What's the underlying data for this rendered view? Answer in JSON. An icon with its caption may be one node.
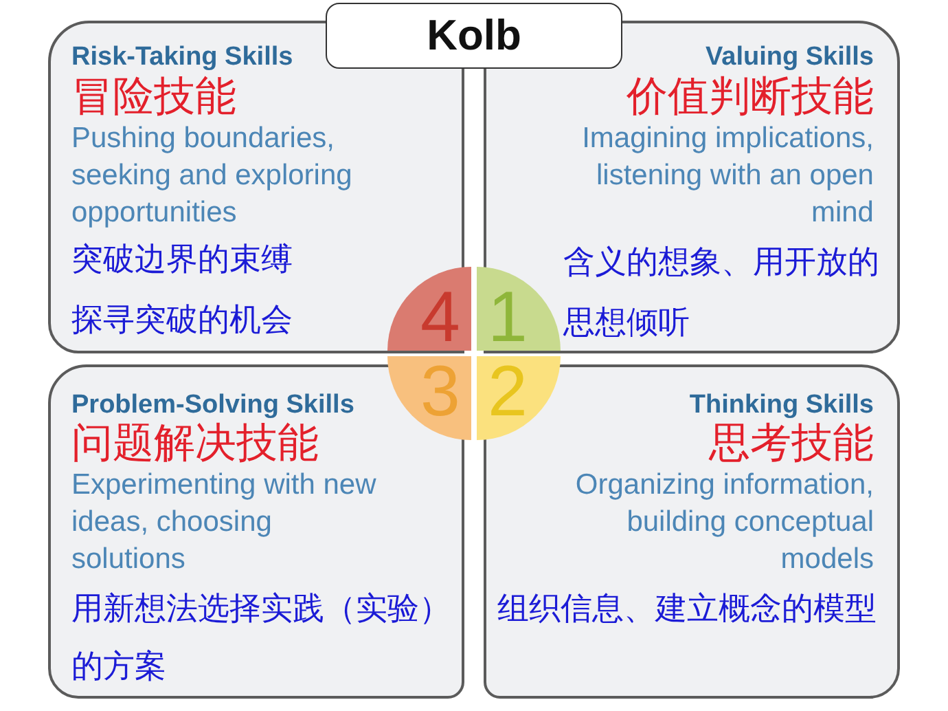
{
  "diagram": {
    "title": "Kolb",
    "nodes": [
      {
        "text": [
          "Risk-Taking Skills",
          "冒险技能",
          "Pushing boundaries, seeking and exploring opportunities",
          "突破边界的束缚",
          "探寻突破的机会"
        ]
      },
      {
        "text": [
          "Valuing Skills",
          "价值判断技能",
          "Imagining implications, listening with an open mind",
          "含义的想象、用开放的思想倾听"
        ]
      },
      {
        "text": [
          "4"
        ]
      },
      {
        "text": [
          "1"
        ]
      },
      {
        "text": [
          "3"
        ]
      },
      {
        "text": [
          "2"
        ]
      },
      {
        "text": [
          "Problem-Solving Skills",
          "问题解决技能",
          "Experimenting with new ideas, choosing solutions",
          "用新想法选择实践（实验）的方案"
        ]
      },
      {
        "text": [
          "Thinking Skills",
          "思考技能",
          "Organizing information, building conceptual models",
          "组织信息、建立概念的模型"
        ]
      }
    ]
  }
}
